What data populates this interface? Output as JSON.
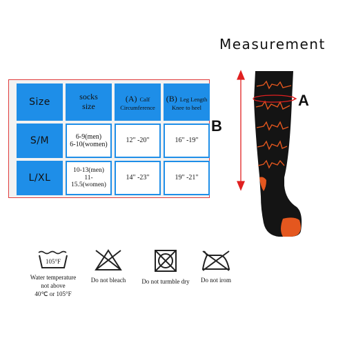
{
  "measurement": {
    "title": "Measurement",
    "label_a": "A",
    "label_b": "B"
  },
  "size_table": {
    "header": {
      "size": "Size",
      "socks_size_line1": "socks",
      "socks_size_line2": "size",
      "calf_letter": "(A)",
      "calf_word": "Calf",
      "calf_line2": "Circumference",
      "leg_letter": "(B)",
      "leg_word": "Leg Length",
      "leg_line2": "Knee to heel"
    },
    "rows": [
      {
        "size": "S/M",
        "socks_line1": "6-9(men)",
        "socks_line2": "6-10(women)",
        "calf": "12\" -20\"",
        "leg": "16\" -19\""
      },
      {
        "size": "L/XL",
        "socks_line1": "10-13(men)",
        "socks_line2": "11-15.5(women)",
        "calf": "14\" -23\"",
        "leg": "19\" -21\""
      }
    ]
  },
  "care": [
    {
      "icon": "wash-105f-icon",
      "icon_text": "105°F",
      "line1": "Water temperature",
      "line2": "not above",
      "line3": "40℃ or 105°F"
    },
    {
      "icon": "do-not-bleach-icon",
      "line1": "Do not bleach"
    },
    {
      "icon": "do-not-tumble-dry-icon",
      "line1": "Do not turmble dry"
    },
    {
      "icon": "do-not-iron-icon",
      "line1": "Do not irom"
    }
  ],
  "colors": {
    "table_blue": "#1e8ee8",
    "table_border_red": "#e03a3a",
    "sock_black": "#141414",
    "sock_orange": "#e4571f",
    "arrow_red": "#e02020"
  }
}
